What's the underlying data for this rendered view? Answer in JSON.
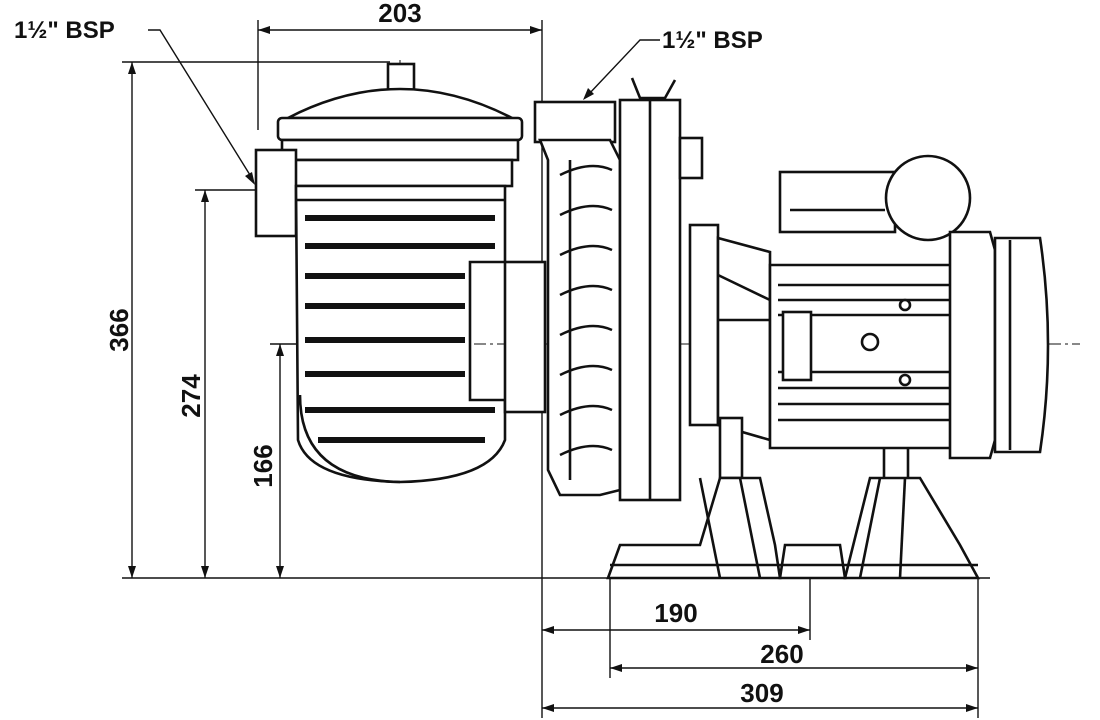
{
  "labels": {
    "inlet_connection": "1½\" BSP",
    "outlet_connection": "1½\" BSP"
  },
  "dimensions": {
    "top_width": "203",
    "total_height": "366",
    "inlet_height": "274",
    "shaft_height": "166",
    "base_to_rear_foot": "190",
    "base_length": "260",
    "overall_length": "309"
  },
  "colors": {
    "ink": "#111111",
    "background": "#ffffff"
  }
}
